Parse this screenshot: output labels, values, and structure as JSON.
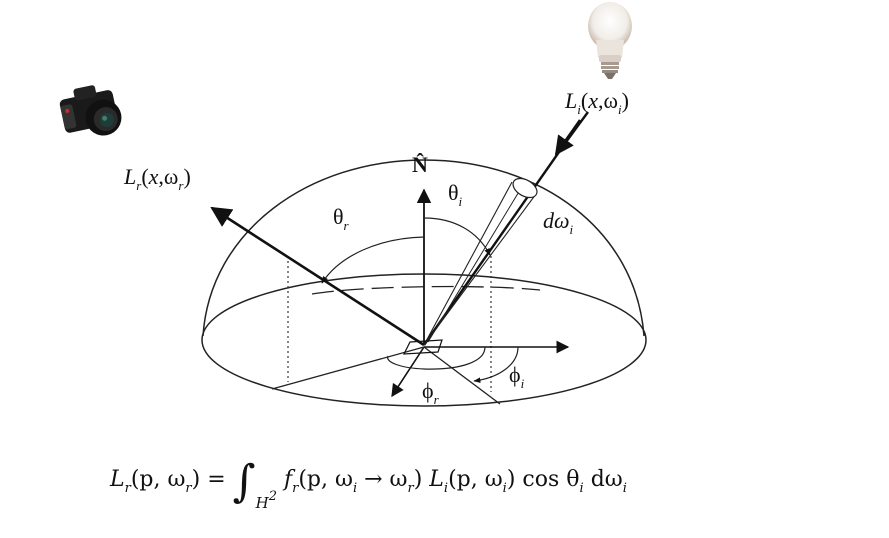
{
  "diagram": {
    "title": "Reflection equation hemisphere diagram",
    "labels": {
      "normal": "N̂",
      "outgoing_radiance": {
        "L": "L",
        "sub": "r",
        "args_open": "(",
        "x": "x",
        "comma": ",",
        "omega": "ω",
        "omega_sub": "r",
        "close": ")"
      },
      "incoming_radiance": {
        "L": "L",
        "sub": "i",
        "args_open": "(",
        "x": "x",
        "comma": ",",
        "omega": "ω",
        "omega_sub": "i",
        "close": ")"
      },
      "theta_r": {
        "sym": "θ",
        "sub": "r"
      },
      "theta_i": {
        "sym": "θ",
        "sub": "i"
      },
      "d_omega_i": {
        "sym": "dω",
        "sub": "i"
      },
      "phi_r": {
        "sym": "ϕ",
        "sub": "r"
      },
      "phi_i": {
        "sym": "ϕ",
        "sub": "i"
      }
    },
    "icons": {
      "camera": "camera-icon",
      "light": "light-bulb-icon"
    }
  },
  "equation": {
    "lhs": "L",
    "lhs_sub": "r",
    "lhs_args": "(p, ω",
    "lhs_args_sub": "r",
    "lhs_close": ") =",
    "integral": "∫",
    "domain": "H",
    "domain_sup": "2",
    "f": "f",
    "f_sub": "r",
    "f_args": "(p, ω",
    "f_args_sub1": "i",
    "arrow": " → ω",
    "f_args_sub2": "r",
    "f_close": ")",
    "Li": "L",
    "Li_sub": "i",
    "Li_args": "(p, ω",
    "Li_args_sub": "i",
    "Li_close": ")",
    "cos": "cos θ",
    "cos_sub": "i",
    "d": "dω",
    "d_sub": "i"
  }
}
